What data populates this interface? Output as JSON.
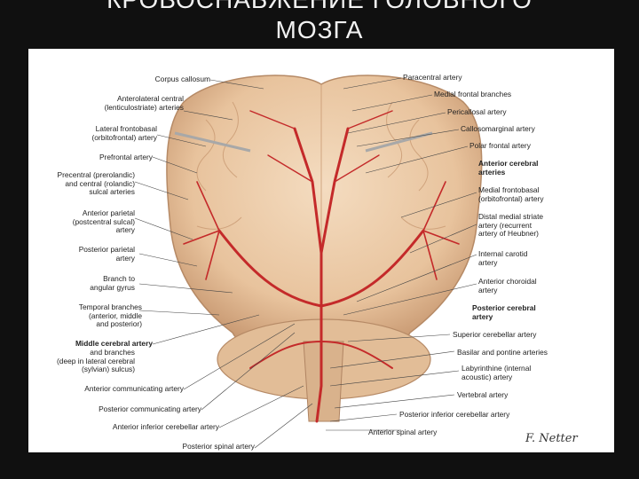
{
  "slide": {
    "title_line1": "КРОВОСНАБЖЕНИЕ ГОЛОВНОГО",
    "title_line2": "МОЗГА"
  },
  "figure": {
    "labels_left": [
      "Corpus callosum",
      "Anterolateral central\n(lenticulostriate) arteries",
      "Lateral frontobasal\n(orbitofrontal) artery",
      "Prefrontal artery",
      "Precentral (prerolandic)\nand central (rolandic)\nsulcal arteries",
      "Anterior parietal\n(postcentral sulcal)\nartery",
      "Posterior parietal\nartery",
      "Branch to\nangular gyrus",
      "Temporal branches\n(anterior, middle\nand posterior)",
      "Middle cerebral artery",
      "and branches\n(deep in lateral cerebral\n(sylvian) sulcus)",
      "Anterior communicating artery",
      "Posterior communicating artery",
      "Anterior inferior cerebellar artery",
      "Posterior spinal artery"
    ],
    "labels_right": [
      "Paracentral artery",
      "Medial frontal branches",
      "Pericallosal artery",
      "Callosomarginal artery",
      "Polar frontal artery",
      "Anterior cerebral\narteries",
      "Medial frontobasal\n(orbitofrontal) artery",
      "Distal medial striate\nartery (recurrent\nartery of Heubner)",
      "Internal carotid\nartery",
      "Anterior choroidal\nartery",
      "Posterior cerebral\nartery",
      "Superior cerebellar artery",
      "Basilar and pontine arteries",
      "Labyrinthine (internal\nacoustic) artery",
      "Vertebral artery",
      "Posterior inferior cerebellar artery",
      "Anterior spinal artery"
    ],
    "signature": "F. Netter"
  }
}
